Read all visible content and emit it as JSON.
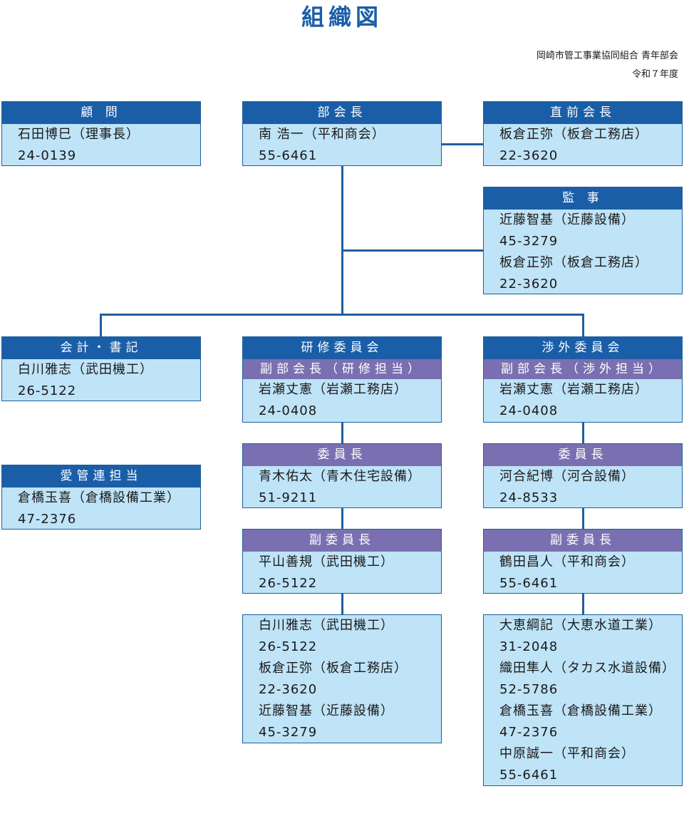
{
  "title": "組織図",
  "org": {
    "name": "岡崎市管工事業協同組合 青年部会",
    "year": "令和７年度"
  },
  "advisor": {
    "heading": "顧 問",
    "members": [
      {
        "name": "石田博巳（理事長）",
        "phone": "24-0139"
      }
    ]
  },
  "president": {
    "heading": "部会長",
    "members": [
      {
        "name": "南 浩一（平和商会）",
        "phone": "55-6461"
      }
    ]
  },
  "past_president": {
    "heading": "直前会長",
    "members": [
      {
        "name": "板倉正弥（板倉工務店）",
        "phone": "22-3620"
      }
    ]
  },
  "auditors": {
    "heading": "監 事",
    "members": [
      {
        "name": "近藤智基（近藤設備）",
        "phone": "45-3279"
      },
      {
        "name": "板倉正弥（板倉工務店）",
        "phone": "22-3620"
      }
    ]
  },
  "accounting": {
    "heading": "会計・書記",
    "members": [
      {
        "name": "白川雅志（武田機工）",
        "phone": "26-5122"
      }
    ]
  },
  "aikanren": {
    "heading": "愛管連担当",
    "members": [
      {
        "name": "倉橋玉喜（倉橋設備工業）",
        "phone": "47-2376"
      }
    ]
  },
  "training": {
    "heading": "研修委員会",
    "vice_heading": "副部会長（研修担当）",
    "vice": {
      "name": "岩瀬丈憲（岩瀬工務店）",
      "phone": "24-0408"
    },
    "chair_heading": "委員長",
    "chair": {
      "name": "青木佑太（青木住宅設備）",
      "phone": "51-9211"
    },
    "vice_chair_heading": "副委員長",
    "vice_chair": {
      "name": "平山善規（武田機工）",
      "phone": "26-5122"
    },
    "members": [
      {
        "name": "白川雅志（武田機工）",
        "phone": "26-5122"
      },
      {
        "name": "板倉正弥（板倉工務店）",
        "phone": "22-3620"
      },
      {
        "name": "近藤智基（近藤設備）",
        "phone": "45-3279"
      }
    ]
  },
  "external": {
    "heading": "渉外委員会",
    "vice_heading": "副部会長（渉外担当）",
    "vice": {
      "name": "岩瀬丈憲（岩瀬工務店）",
      "phone": "24-0408"
    },
    "chair_heading": "委員長",
    "chair": {
      "name": "河合紀博（河合設備）",
      "phone": "24-8533"
    },
    "vice_chair_heading": "副委員長",
    "vice_chair": {
      "name": "鶴田昌人（平和商会）",
      "phone": "55-6461"
    },
    "members": [
      {
        "name": "大恵綱記（大恵水道工業）",
        "phone": "31-2048"
      },
      {
        "name": "織田隼人（タカス水道設備）",
        "phone": "52-5786"
      },
      {
        "name": "倉橋玉喜（倉橋設備工業）",
        "phone": "47-2376"
      },
      {
        "name": "中原誠一（平和商会）",
        "phone": "55-6461"
      }
    ]
  },
  "colors": {
    "header_blue": "#1a5ea8",
    "header_purple": "#7a70b1",
    "box_fill": "#bfe3f7",
    "title": "#1a5ea8"
  }
}
